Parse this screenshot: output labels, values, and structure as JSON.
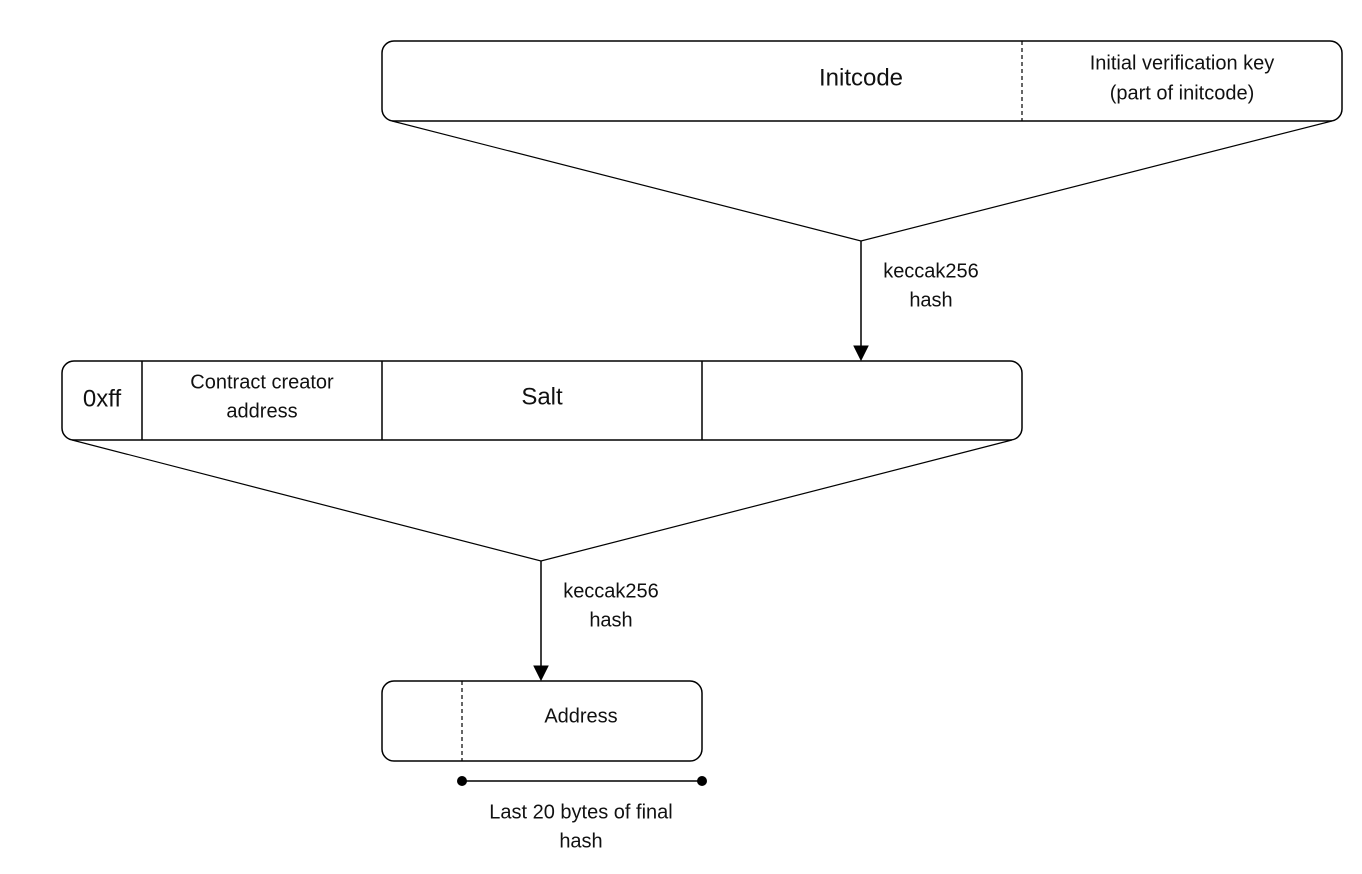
{
  "initcode_block": {
    "main_label": "Initcode",
    "key_label_line1": "Initial verification key",
    "key_label_line2": "(part of initcode)"
  },
  "hash_step_1": {
    "line1": "keccak256",
    "line2": "hash"
  },
  "preimage_block": {
    "prefix_label": "0xff",
    "creator_line1": "Contract creator",
    "creator_line2": "address",
    "salt_label": "Salt",
    "hash_slot_label": ""
  },
  "hash_step_2": {
    "line1": "keccak256",
    "line2": "hash"
  },
  "address_block": {
    "label": "Address"
  },
  "range_annotation": {
    "line1": "Last 20 bytes of final",
    "line2": "hash"
  }
}
